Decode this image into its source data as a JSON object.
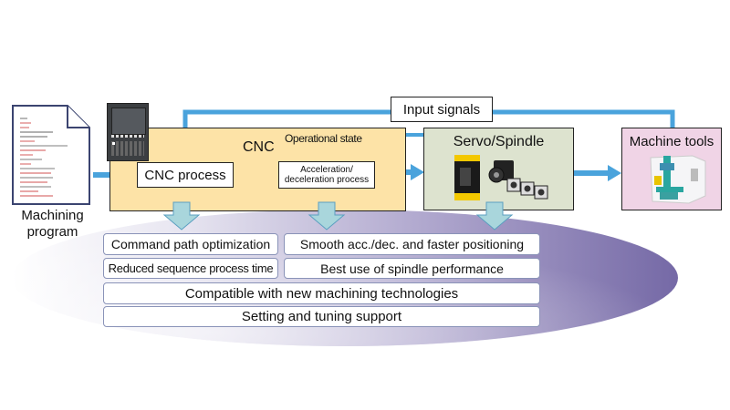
{
  "diagram": {
    "input": {
      "label_line1": "Machining",
      "label_line2": "program",
      "icon": "document-icon"
    },
    "cnc": {
      "title": "CNC",
      "operational_state_label": "Operational state",
      "cnc_process_label": "CNC process",
      "accel_line1": "Acceleration/",
      "accel_line2": "deceleration process",
      "panel_icon": "cnc-control-panel-icon",
      "fill_color": "#fde3a7"
    },
    "input_signals_label": "Input signals",
    "servo": {
      "title": "Servo/Spindle",
      "icon": "servo-motor-icon",
      "fill_color": "#dde3cf"
    },
    "machine_tools": {
      "title": "Machine tools",
      "icon": "machine-tool-icon",
      "fill_color": "#f0d4e6"
    },
    "benefits": [
      "Command path optimization",
      "Smooth acc./dec. and faster positioning",
      "Reduced sequence process time",
      "Best use of spindle performance",
      "Compatible with new machining technologies",
      "Setting and tuning support"
    ],
    "colors": {
      "arrow_blue": "#4aa3dc",
      "down_arrow": "#a9d6dc",
      "ellipse_dark": "#7569a6"
    }
  }
}
